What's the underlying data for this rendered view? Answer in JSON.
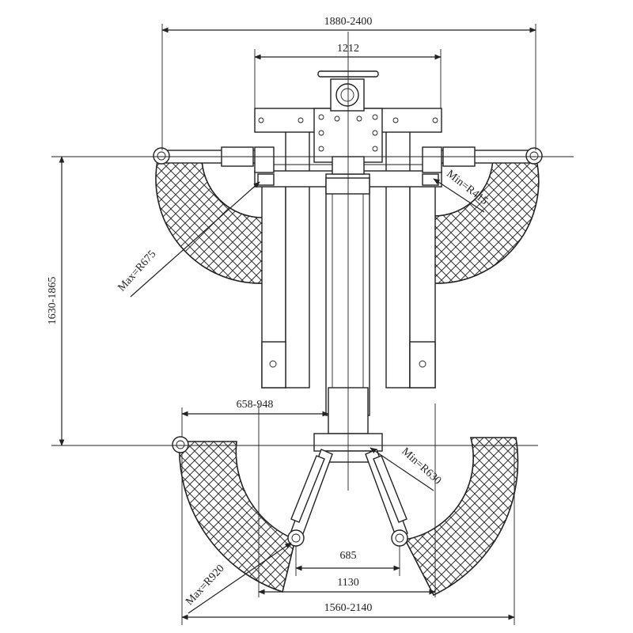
{
  "dimensions": {
    "overall_width": "1880-2400",
    "carriage_width": "1212",
    "height_between_pads": "1630-1865",
    "front_arm_reach": "658-948",
    "inner_pad_spacing": "685",
    "inner_arm_spacing": "1130",
    "front_overall_width": "1560-2140"
  },
  "radii": {
    "rear_left_max": "Max=R675",
    "rear_right_min": "Min=R415",
    "front_right_min": "Min=R630",
    "front_left_max": "Max=R920"
  }
}
